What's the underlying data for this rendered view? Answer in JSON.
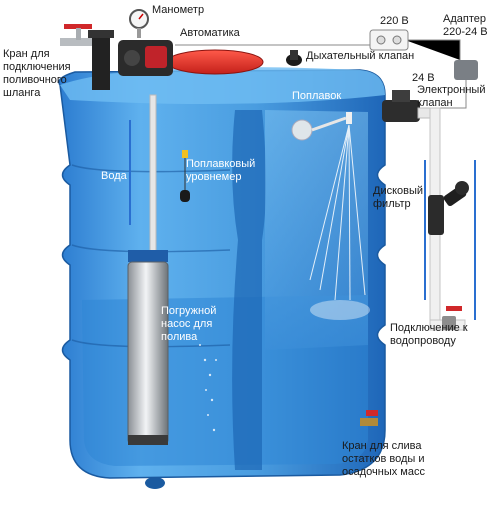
{
  "labels": {
    "manometer": "Манометр",
    "automatics": "Автоматика",
    "tap_hose": "Кран для\nподключения\nполивочного\nшланга",
    "v220": "220 В",
    "adapter": "Адаптер\n220-24 В",
    "breather": "Дыхательный клапан",
    "v24": "24 В",
    "float": "Поплавок",
    "solenoid": "Электронный\nклапан",
    "water": "Вода",
    "float_level": "Поплавковый\nуровнемер",
    "disc_filter": "Дисковый\nфильтр",
    "pump": "Погружной\nнасос для\nполива",
    "connection": "Подключение к\nводопроводу",
    "drain": "Кран для слива\nостатков воды и\nосадочных масс"
  },
  "colors": {
    "tank_light": "#5aa8e6",
    "tank_dark": "#1f6fc2",
    "water": "#2f86d6",
    "lid": "#e8332a",
    "pipe": "#f2f2f2",
    "filter": "#2b2b2b"
  },
  "icons": [
    "manometer-icon",
    "automatics-unit-icon",
    "socket-icon",
    "adapter-icon",
    "breather-valve-icon",
    "solenoid-valve-icon",
    "float-icon",
    "float-level-sensor-icon",
    "disc-filter-icon",
    "pump-icon",
    "drain-tap-icon",
    "hose-tap-icon"
  ]
}
